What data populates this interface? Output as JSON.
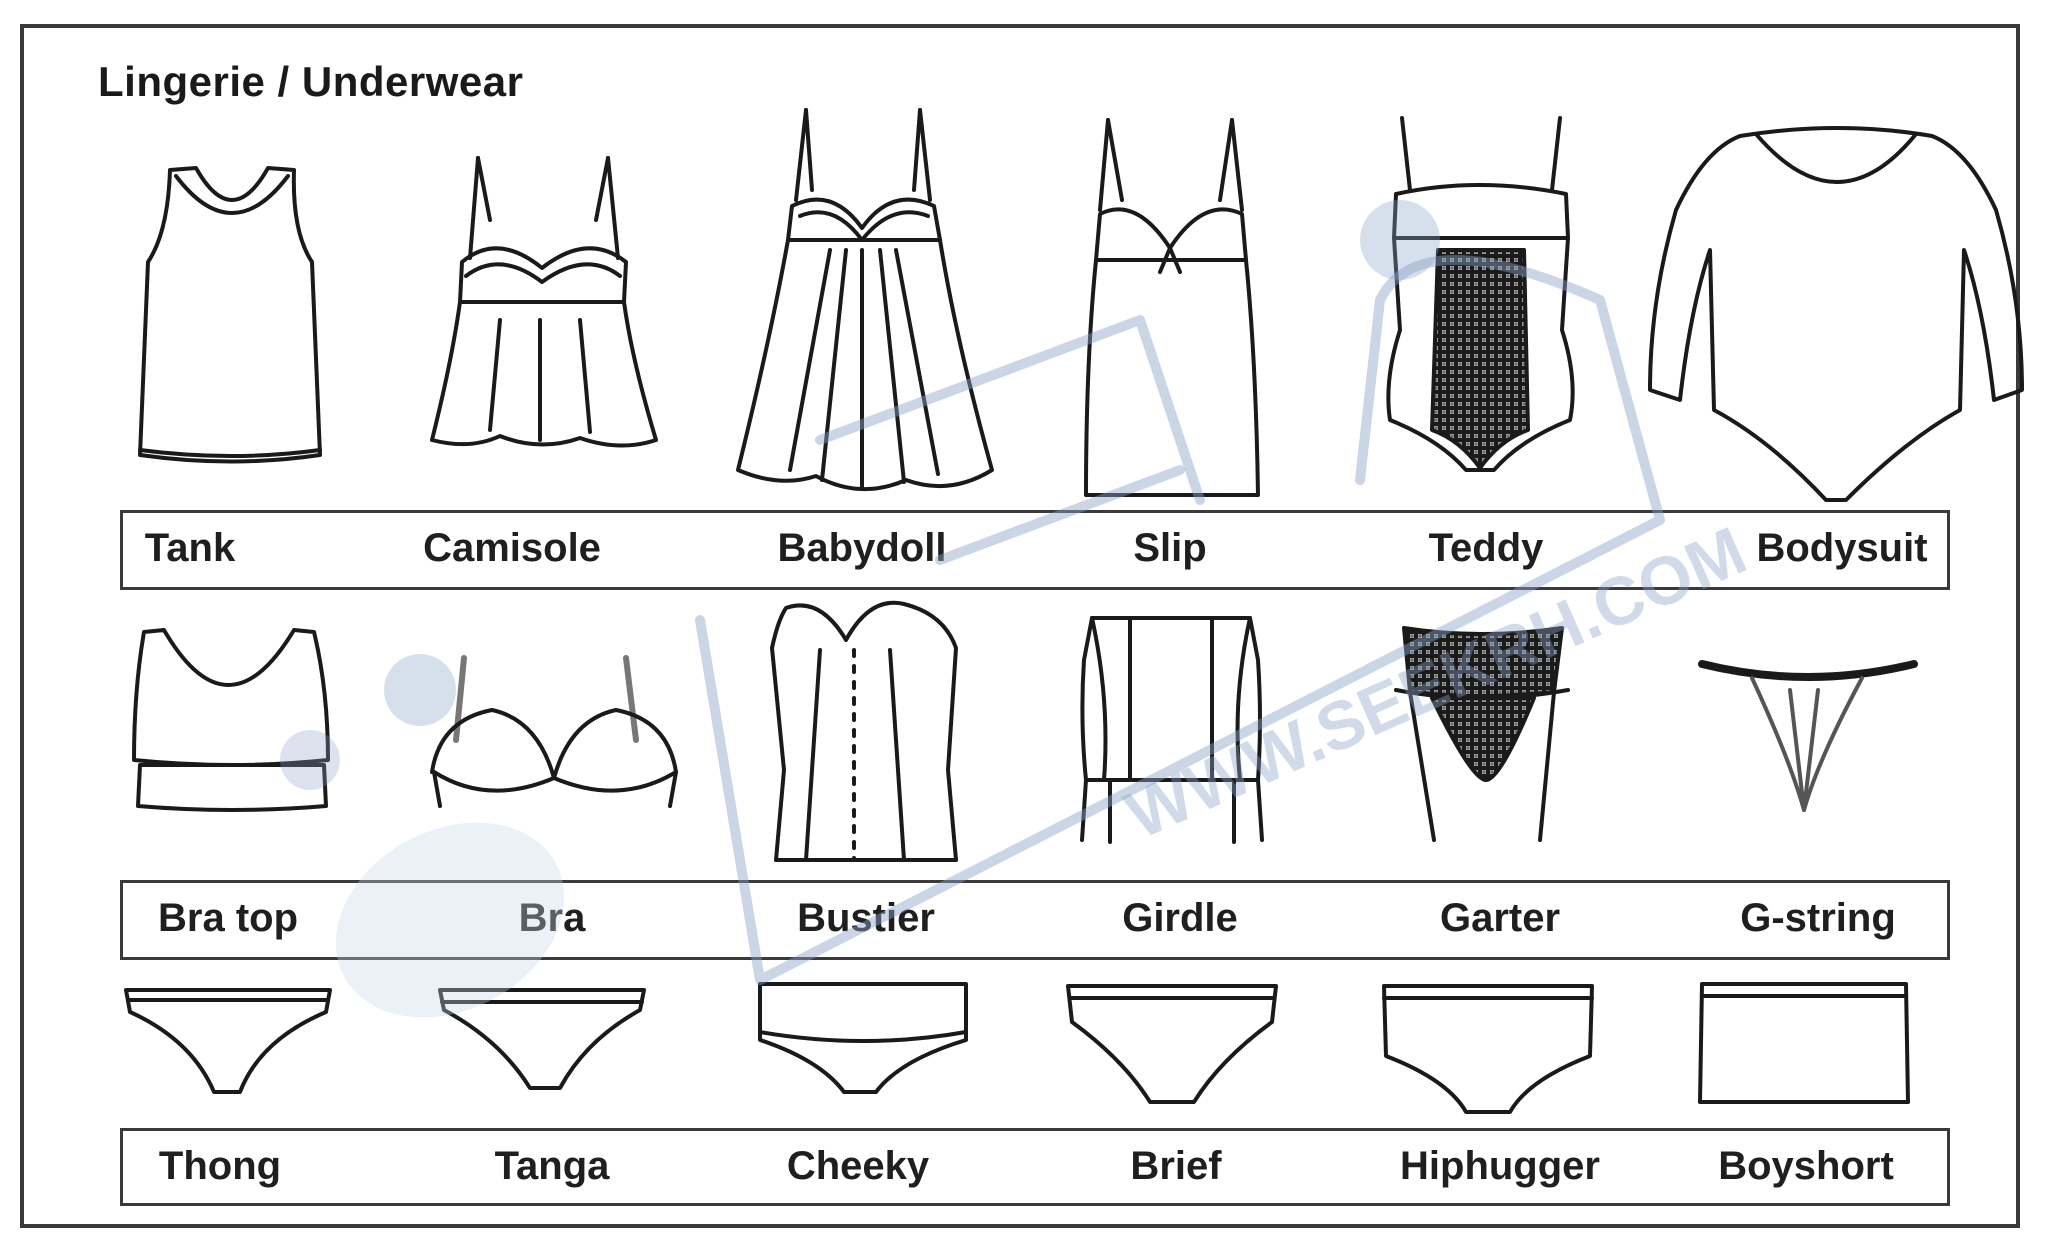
{
  "title": "Lingerie / Underwear",
  "rows": [
    {
      "items": [
        {
          "label": "Tank",
          "icon": "tank-top-icon"
        },
        {
          "label": "Camisole",
          "icon": "camisole-icon"
        },
        {
          "label": "Babydoll",
          "icon": "babydoll-icon"
        },
        {
          "label": "Slip",
          "icon": "slip-icon"
        },
        {
          "label": "Teddy",
          "icon": "teddy-icon"
        },
        {
          "label": "Bodysuit",
          "icon": "bodysuit-icon"
        }
      ]
    },
    {
      "items": [
        {
          "label": "Bra top",
          "icon": "bra-top-icon"
        },
        {
          "label": "Bra",
          "icon": "bra-icon"
        },
        {
          "label": "Bustier",
          "icon": "bustier-icon"
        },
        {
          "label": "Girdle",
          "icon": "girdle-icon"
        },
        {
          "label": "Garter",
          "icon": "garter-icon"
        },
        {
          "label": "G-string",
          "icon": "g-string-icon"
        }
      ]
    },
    {
      "items": [
        {
          "label": "Thong",
          "icon": "thong-icon"
        },
        {
          "label": "Tanga",
          "icon": "tanga-icon"
        },
        {
          "label": "Cheeky",
          "icon": "cheeky-icon"
        },
        {
          "label": "Brief",
          "icon": "brief-icon"
        },
        {
          "label": "Hiphugger",
          "icon": "hiphugger-icon"
        },
        {
          "label": "Boyshort",
          "icon": "boyshort-icon"
        }
      ]
    }
  ],
  "watermark": {
    "text": "WWW.SEEKRH.COM",
    "color": "#8aa2c8"
  },
  "colors": {
    "line": "#1a1a1a",
    "frame": "#3a3a3a",
    "lace": "#9a9a9a"
  }
}
